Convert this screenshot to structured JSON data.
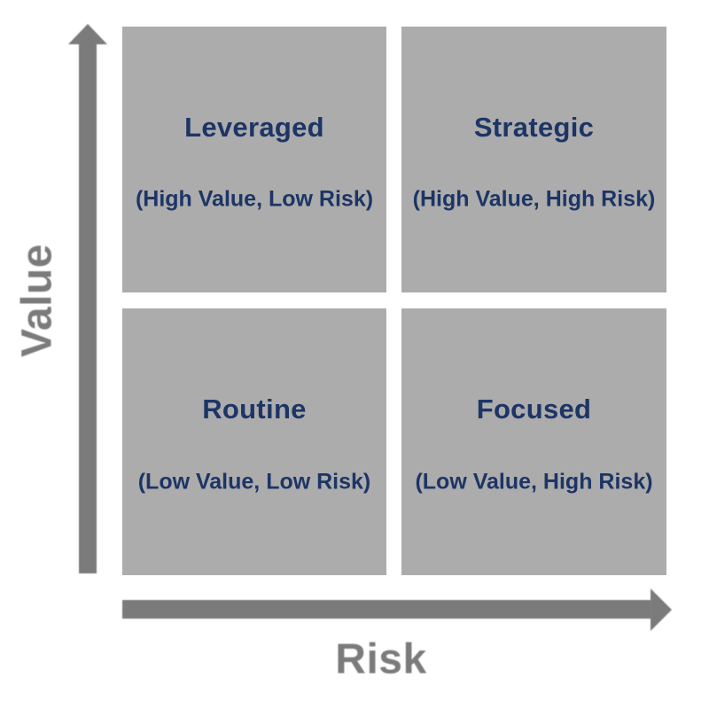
{
  "matrix": {
    "y_axis": {
      "label": "Value"
    },
    "x_axis": {
      "label": "Risk"
    },
    "quadrants": [
      {
        "position": "top-left",
        "title": "Leveraged",
        "subtitle": "(High Value, Low Risk)"
      },
      {
        "position": "top-right",
        "title": "Strategic",
        "subtitle": "(High Value, High Risk)"
      },
      {
        "position": "bottom-left",
        "title": "Routine",
        "subtitle": "(Low Value, Low Risk)"
      },
      {
        "position": "bottom-right",
        "title": "Focused",
        "subtitle": "(Low Value, High Risk)"
      }
    ],
    "colors": {
      "quadrant_fill": "#acacac",
      "axis_gray": "#7b7b7b",
      "label_navy": "#1d3566",
      "background": "#ffffff"
    }
  }
}
